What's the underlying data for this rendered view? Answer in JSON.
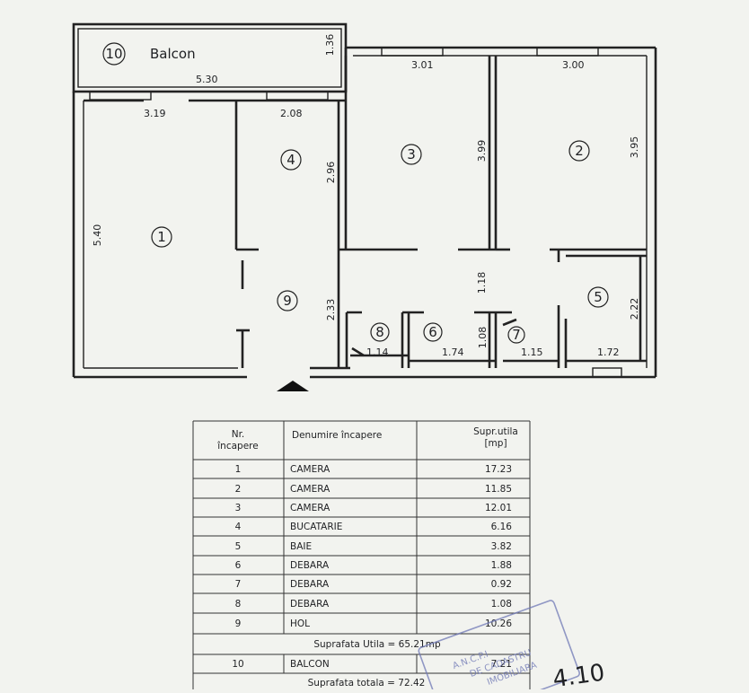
{
  "plan": {
    "balcony_label": "Balcon",
    "room_numbers": [
      "1",
      "2",
      "3",
      "4",
      "5",
      "6",
      "7",
      "8",
      "9",
      "10"
    ],
    "dimensions": {
      "balcon_width": "5.30",
      "balcon_depth": "1.36",
      "r1_width": "3.19",
      "r1_length": "5.40",
      "r4_width": "2.08",
      "r4_length": "2.96",
      "r3_width": "3.01",
      "r3_length": "3.99",
      "r2_width": "3.00",
      "r2_length": "3.95",
      "hol_depth": "2.33",
      "corridor": "1.18",
      "r8_width": "1.14",
      "r6_width": "1.74",
      "r6_depth": "1.08",
      "r7_width": "1.15",
      "r5_width": "1.72",
      "r5_depth": "2.22"
    }
  },
  "table": {
    "headers": {
      "nr": "Nr.\nîncapere",
      "name": "Denumire încapere",
      "area": "Supr.utila\n[mp]"
    },
    "rows": [
      {
        "nr": "1",
        "name": "CAMERA",
        "area": "17.23"
      },
      {
        "nr": "2",
        "name": "CAMERA",
        "area": "11.85"
      },
      {
        "nr": "3",
        "name": "CAMERA",
        "area": "12.01"
      },
      {
        "nr": "4",
        "name": "BUCATARIE",
        "area": "6.16"
      },
      {
        "nr": "5",
        "name": "BAIE",
        "area": "3.82"
      },
      {
        "nr": "6",
        "name": "DEBARA",
        "area": "1.88"
      },
      {
        "nr": "7",
        "name": "DEBARA",
        "area": "0.92"
      },
      {
        "nr": "8",
        "name": "DEBARA",
        "area": "1.08"
      },
      {
        "nr": "9",
        "name": "HOL",
        "area": "10.26"
      }
    ],
    "useful_total": "Suprafata Utila = 65.21mp",
    "balcony_row": {
      "nr": "10",
      "name": "BALCON",
      "area": "7.21"
    },
    "grand_total": "Suprafata totala = 72.42"
  },
  "stamp": {
    "lines": [
      "A.N.C.P.I",
      "DE CADASTRU",
      "IMOBILIARA"
    ],
    "handwriting": "4.10"
  },
  "colors": {
    "paper": "#f2f3ef",
    "ink": "#222222",
    "stamp": "#6f78b5"
  }
}
